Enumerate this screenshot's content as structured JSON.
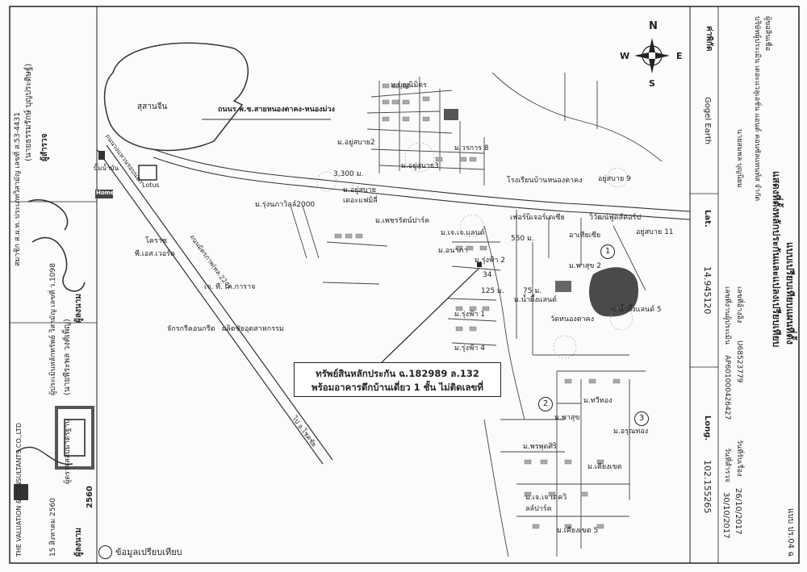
{
  "header": {
    "title": "แบบเปรียบเทียบแผนที่ตั้ง",
    "subtitle": "แสดงที่ตั้งหลักประกันและแปลงเปรียบเทียบ",
    "form_code": "แบบ ปร.04 ฉ",
    "applicant_label": "ผู้ขอสินเชื่อ",
    "applicant_value": "นายสมพล บุญนิยม",
    "company": "บริษัทผู้ประเมิน เดอะแวลูเอชั่น แอนด์ คอนซัลแทนท์ส จำกัด",
    "job_no_label": "เลขที่งานผู้ประเมิน",
    "job_no_value": "AP6010004264​27",
    "ref_label": "เลขที่อ้างอิง",
    "ref_value": "U68523779",
    "request_date_label": "วันที่รับเรื่อง",
    "request_date_value": "26/10/2017",
    "survey_date_label": "วันที่สำรวจ",
    "survey_date_value": "30/10/2017"
  },
  "coords": {
    "source_label": "ค่าพิกัด",
    "source_value": "Gogel Earth",
    "lat_label": "Lat.",
    "lat_value": "14.945120",
    "long_label": "Long.",
    "long_value": "102.155265"
  },
  "compass": {
    "n": "N",
    "s": "S",
    "e": "E",
    "w": "W"
  },
  "callout": {
    "line1": "ทรัพย์สินหลักประกัน ฉ.182989 ล.132",
    "line2": "พร้อมอาคารตึกบ้านเดี่ยว 1 ชั้น ไม่ติดเลขที่"
  },
  "comparables": [
    {
      "id": "1",
      "name": "ม.พาสุข 2"
    },
    {
      "id": "2",
      "name": "ม.พาสุข"
    },
    {
      "id": "3",
      "name": "ม.อรุณทอง"
    }
  ],
  "map_labels": {
    "racetrack": "สุสานจีน",
    "road_main": "ถนนร.พ.ช.สายหนองตาคง-หนองม่วง",
    "highway": "ถนนมิตรภาพ(ทล.224)",
    "highway_dir": "ไป อ.โชคชัย",
    "ring_road": "ถนนวงแหวนรอบนอก",
    "gas_station": "ปั๊มน้ำมัน",
    "lotus": "Lotus",
    "homepro": "HomePro",
    "bunnimit": "ม.บุญนิมิตร",
    "yusabai2": "ม.อยู่สบาย2",
    "yusabai3": "ม.อยู่สบาย3",
    "worakarn": "ม.วรการ 8",
    "dist_3300": "3,300 ม.",
    "school": "โรงเรียนบ้านหนองตาคง",
    "yusabai9": "อยู่สบาย 9",
    "yusabai_family": "ม.อยู่สบาย เดอะแฟมิลี่",
    "rungnapa": "ม.รุ่งนภาวิลล์2000",
    "petch_rot": "ม.เพชรรัตน์ปาร์ค",
    "furniture": "เฟอร์นิเจอร์เตเซีย",
    "wiwat": "วิวัฒน์ฟูดส์คอร์ป",
    "yusabai11": "อยู่สบาย 11",
    "jj_land": "ม.เจ.เจ.แลนด์",
    "dist_550": "550 ม.",
    "art_kha": "อาเทียเซีย",
    "anaphak": "ม.อนาภา",
    "rungfa2": "ม.รุ่งฟ้า 2",
    "val_34": "34",
    "dist_125": "125 ม.",
    "dist_75": "75 ม.",
    "nam_phueng": "ม.น้ำผึ้งแลนด์",
    "korat": "โคราช",
    "ps_works": "พี.เอส.เวอร์ค",
    "jk_garage": "เจ. ที. เค.การาจ",
    "rungfa1": "ม.รุ่งฟ้า 1",
    "temple": "วัดหนองตาคง",
    "nam_phueng5": "ม.น้ำผึ้งแลนด์ 5",
    "rungfa4": "ม.รุ่งฟ้า 4",
    "concrete": "จักรกรีคอนกรีต",
    "industry": "ผลิตชัยอุตสาหกรรม",
    "thoethong": "ม.ทวีทอง",
    "pharin": "ม.พรพุดศิริ",
    "chiangkhet": "ม.เคียงเขต",
    "jj_villa": "ม.เจ.เจ เดควิลล์ปาร์ค",
    "chiangkhet5": "ม.เคียงเขต 5"
  },
  "left_panel": {
    "appraiser": "ผู้สำรวจ",
    "appraiser_name": "(นายธรรมรักษ์ บุญประดิษฐ์)",
    "appraiser_member": "สมาชิก ส.ผ.ท. ประเภทวิสามัญ เลขที่ ส.53-4431",
    "signer": "ผู้ลงนาม",
    "signer_name": "(นายพีระพล วงศ์เพ็ญ)",
    "signer_title": "ผู้ประเมินหลักทรัพย์ วิสามัญ เลขที่ ว.1098",
    "approver": "ผู้ลงนาม",
    "approver_title": "ผู้ตรวจสอบมาตรฐาน",
    "company_th": "THE VALUATION & CONSULTANTS CO.,LTD",
    "year": "2560",
    "date_th": "15 สิงหาคม 2560"
  },
  "legend": {
    "label": "ข้อมูลเปรียบเทียบ"
  }
}
